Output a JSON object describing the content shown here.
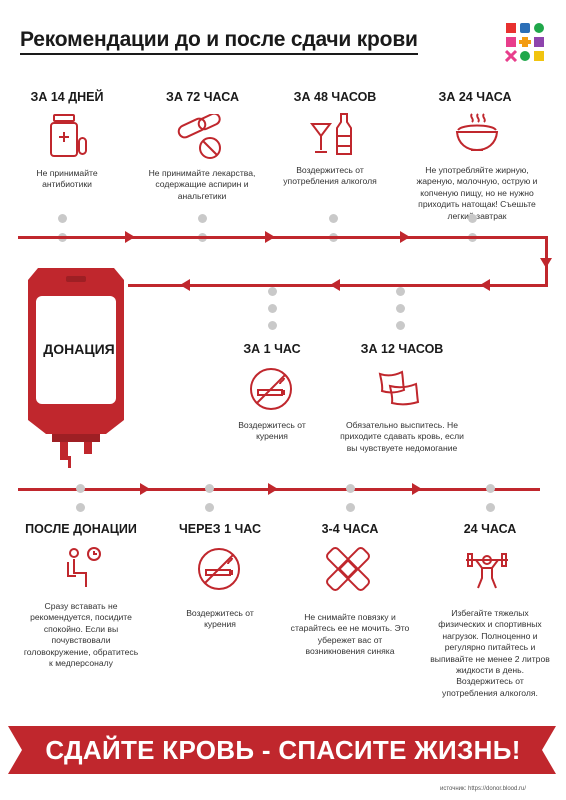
{
  "title": "Рекомендации до и после сдачи крови",
  "colors": {
    "accent": "#c0272d",
    "dot": "#c9c9c9",
    "text": "#333333"
  },
  "before": [
    {
      "heading": "ЗА 14 ДНЕЙ",
      "text": "Не принимайте антибиотики",
      "icon": "pill-bottle-icon"
    },
    {
      "heading": "ЗА 72 ЧАСА",
      "text": "Не принимайте лекарства, содержащие аспирин и анальгетики",
      "icon": "pills-icon"
    },
    {
      "heading": "ЗА 48 ЧАСОВ",
      "text": "Воздержитесь от употребления алкоголя",
      "icon": "alcohol-icon"
    },
    {
      "heading": "ЗА 24 ЧАСА",
      "text": "Не употребляйте жирную, жареную, молочную, острую и копченую пищу, но не нужно приходить натощак! Съешьте легкий завтрак",
      "icon": "food-bowl-icon"
    }
  ],
  "near": [
    {
      "heading": "ЗА 1 ЧАС",
      "text": "Воздержитесь от курения",
      "icon": "no-smoking-icon"
    },
    {
      "heading": "ЗА 12 ЧАСОВ",
      "text": "Обязательно выспитесь. Не приходите сдавать кровь, если вы чувствуете недомогание",
      "icon": "pillows-icon"
    }
  ],
  "donation_label": "ДОНАЦИЯ",
  "after": [
    {
      "heading": "ПОСЛЕ ДОНАЦИИ",
      "text": "Сразу вставать не рекомендуется, посидите спокойно. Если вы почувствовали головокружение, обратитесь к медперсоналу",
      "icon": "seated-person-clock-icon"
    },
    {
      "heading": "ЧЕРЕЗ 1 ЧАС",
      "text": "Воздержитесь от курения",
      "icon": "no-smoking-icon"
    },
    {
      "heading": "3-4 ЧАСА",
      "text": "Не снимайте повязку и старайтесь ее не мочить. Это убережет вас от возникновения синяка",
      "icon": "bandage-icon"
    },
    {
      "heading": "24 ЧАСА",
      "text": "Избегайте тяжелых физических и спортивных нагрузок. Полноценно и регулярно питайтесь и выпивайте не менее 2 литров жидкости в день. Воздержитесь от употребления алкоголя.",
      "icon": "weightlifter-icon"
    }
  ],
  "banner": "СДАЙТЕ КРОВЬ - СПАСИТЕ ЖИЗНЬ!",
  "source": "источник: https://donor.blood.ru/"
}
